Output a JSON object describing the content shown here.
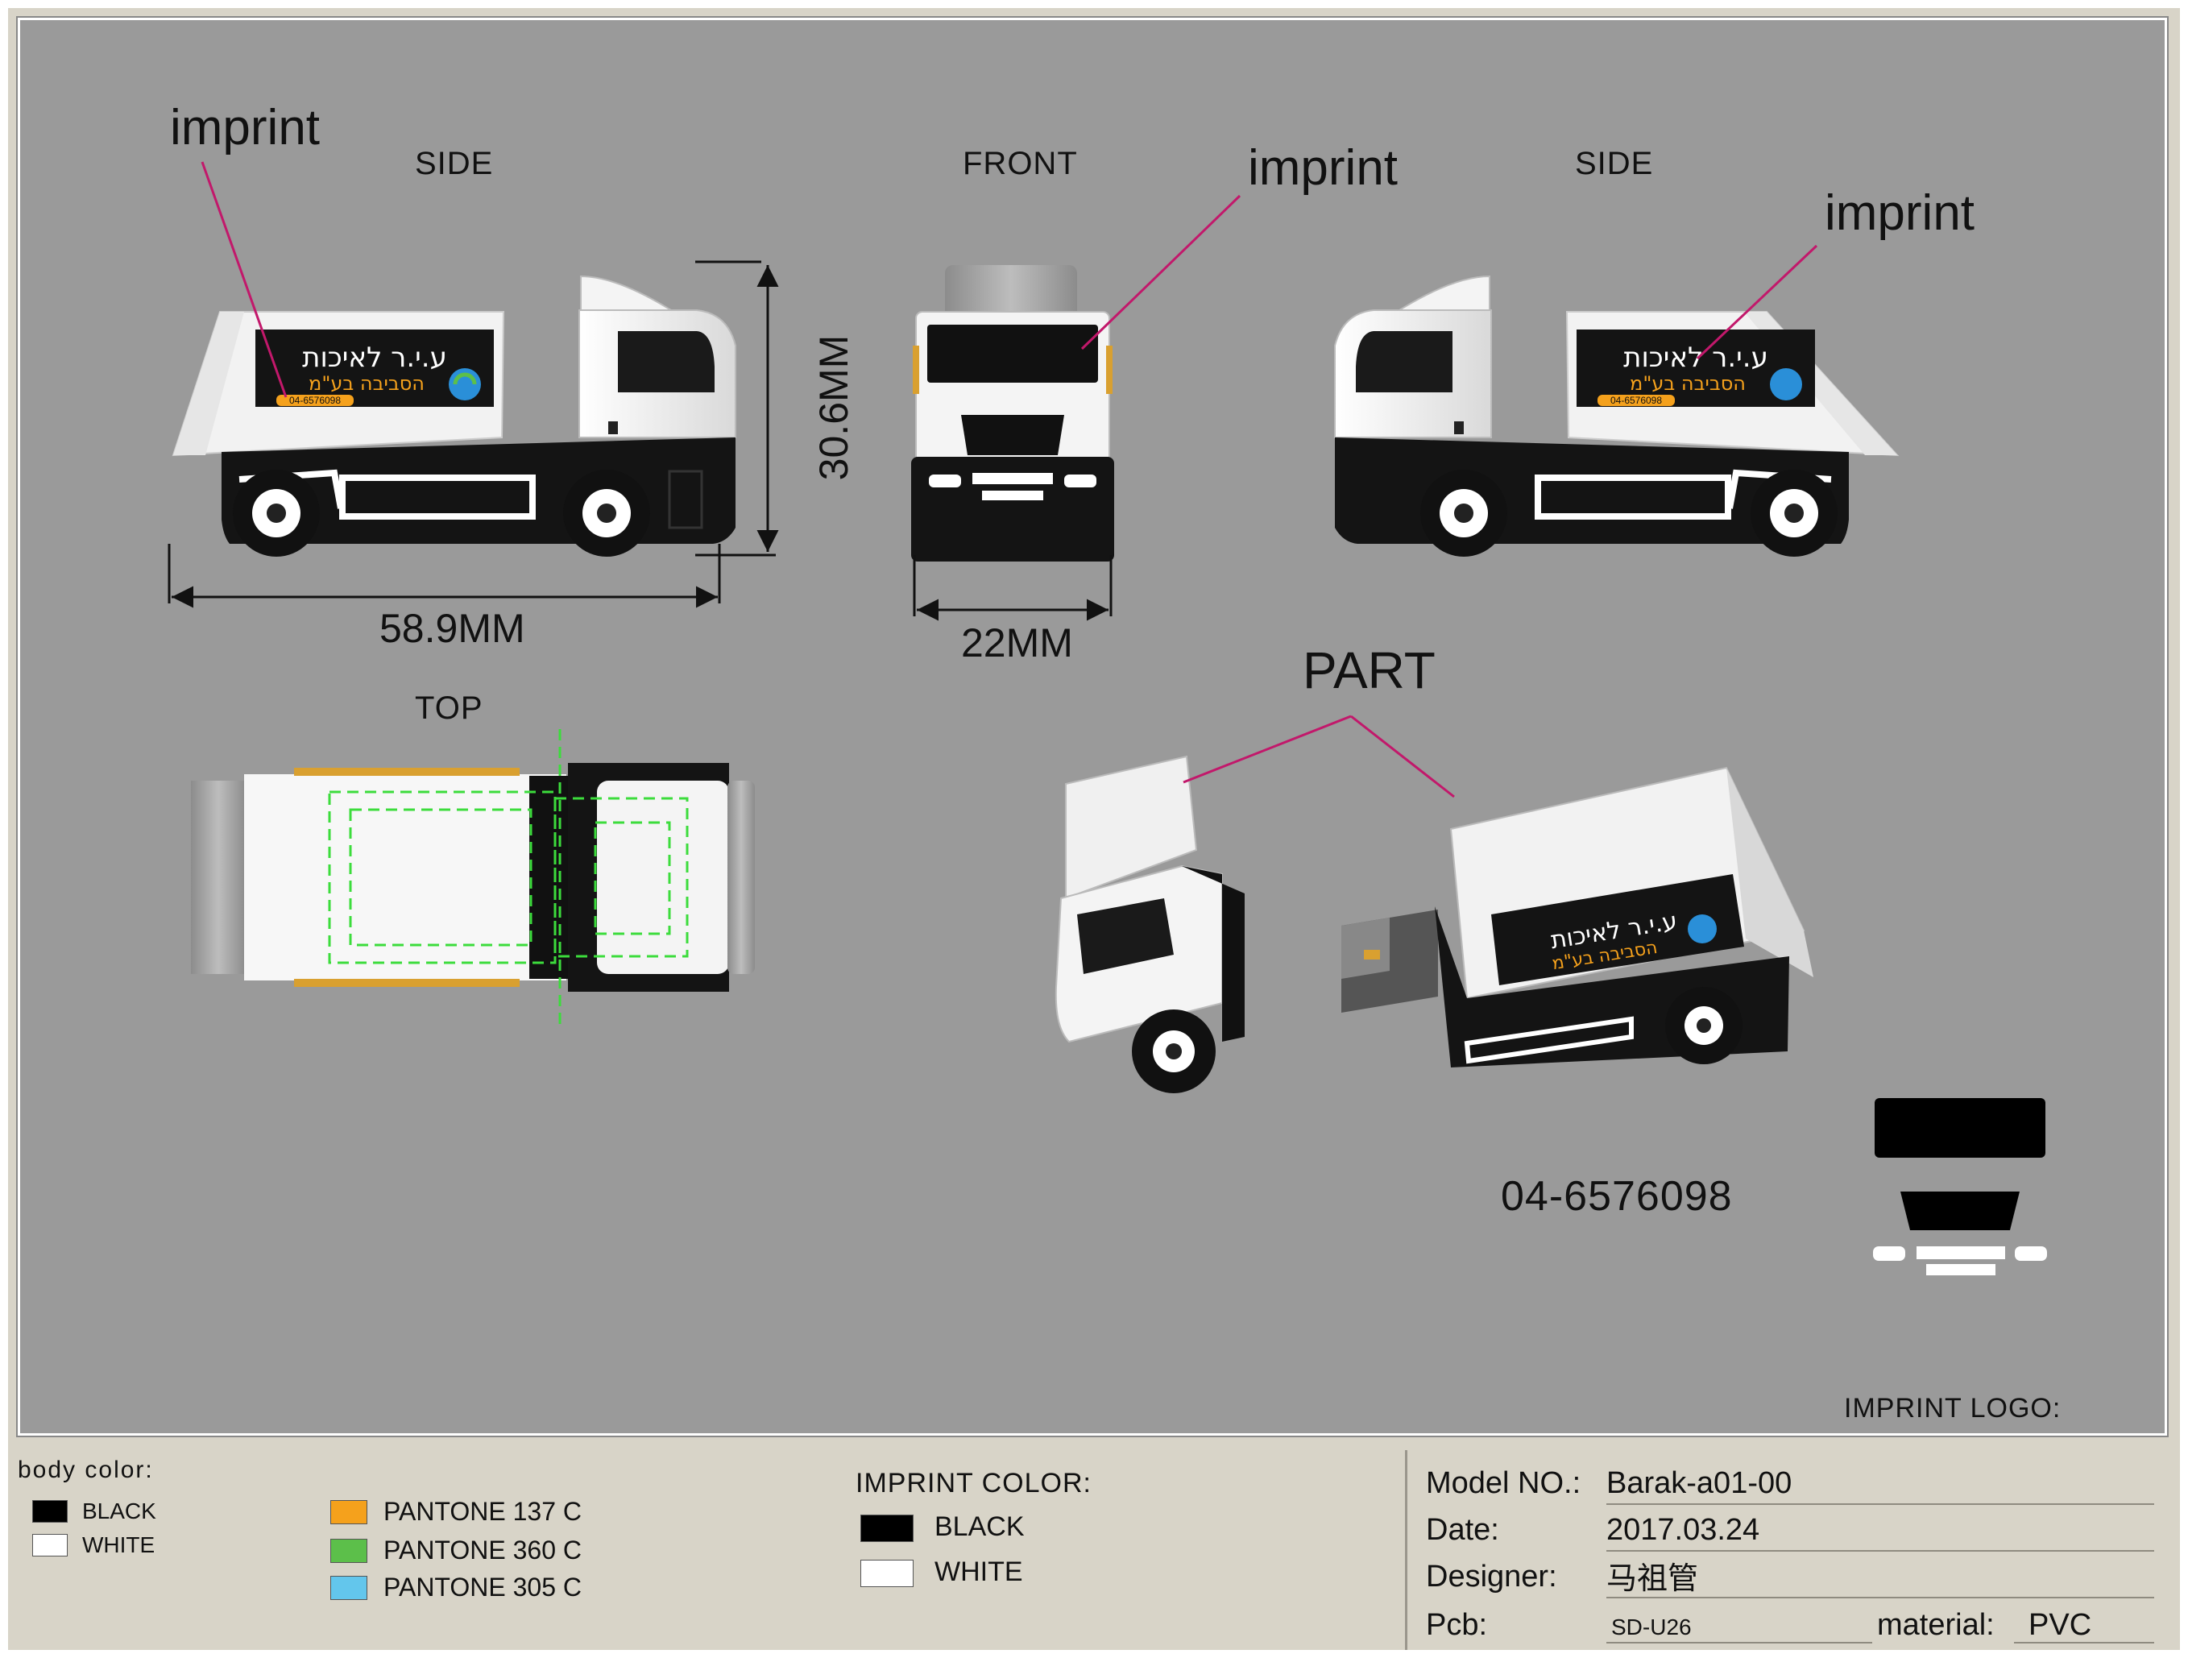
{
  "views": {
    "side_left_title": "SIDE",
    "front_title": "FRONT",
    "side_right_title": "SIDE",
    "top_title": "TOP"
  },
  "annotations": {
    "imprint_1": "imprint",
    "imprint_2": "imprint",
    "imprint_3": "imprint",
    "part": "PART"
  },
  "dimensions": {
    "length": "58.9MM",
    "height": "30.6MM",
    "width": "22MM"
  },
  "truck_panel": {
    "hebrew_line1": "ע.י.ר לאיכות",
    "hebrew_line2": "הסביבה בע\"מ",
    "phone_tag": "04-6576098"
  },
  "imprint_logo": {
    "phone": "04-6576098",
    "title": "IMPRINT  LOGO:"
  },
  "footer": {
    "body_color_title": "body color:",
    "body_colors": [
      {
        "label": "BLACK",
        "hex": "#000000"
      },
      {
        "label": "WHITE",
        "hex": "#ffffff"
      }
    ],
    "pantone_colors": [
      {
        "label": "PANTONE 137 C",
        "hex": "#f5a11c"
      },
      {
        "label": "PANTONE 360 C",
        "hex": "#5cbf4a"
      },
      {
        "label": "PANTONE 305 C",
        "hex": "#63c6ec"
      }
    ],
    "imprint_color_title": "IMPRINT  COLOR:",
    "imprint_colors": [
      {
        "label": "BLACK",
        "hex": "#000000"
      },
      {
        "label": "WHITE",
        "hex": "#ffffff"
      }
    ],
    "model_label": "Model NO.:",
    "model_value": "Barak-a01-00",
    "date_label": "Date:",
    "date_value": "2017.03.24",
    "designer_label": "Designer:",
    "designer_value": "马祖管",
    "pcb_label": "Pcb:",
    "pcb_value": "SD-U26",
    "material_label": "material:",
    "material_value": "PVC"
  },
  "colors": {
    "leader_line": "#c2186b",
    "dashed_outline": "#3cdc3c",
    "panel_yellow": "#f5a11c"
  }
}
